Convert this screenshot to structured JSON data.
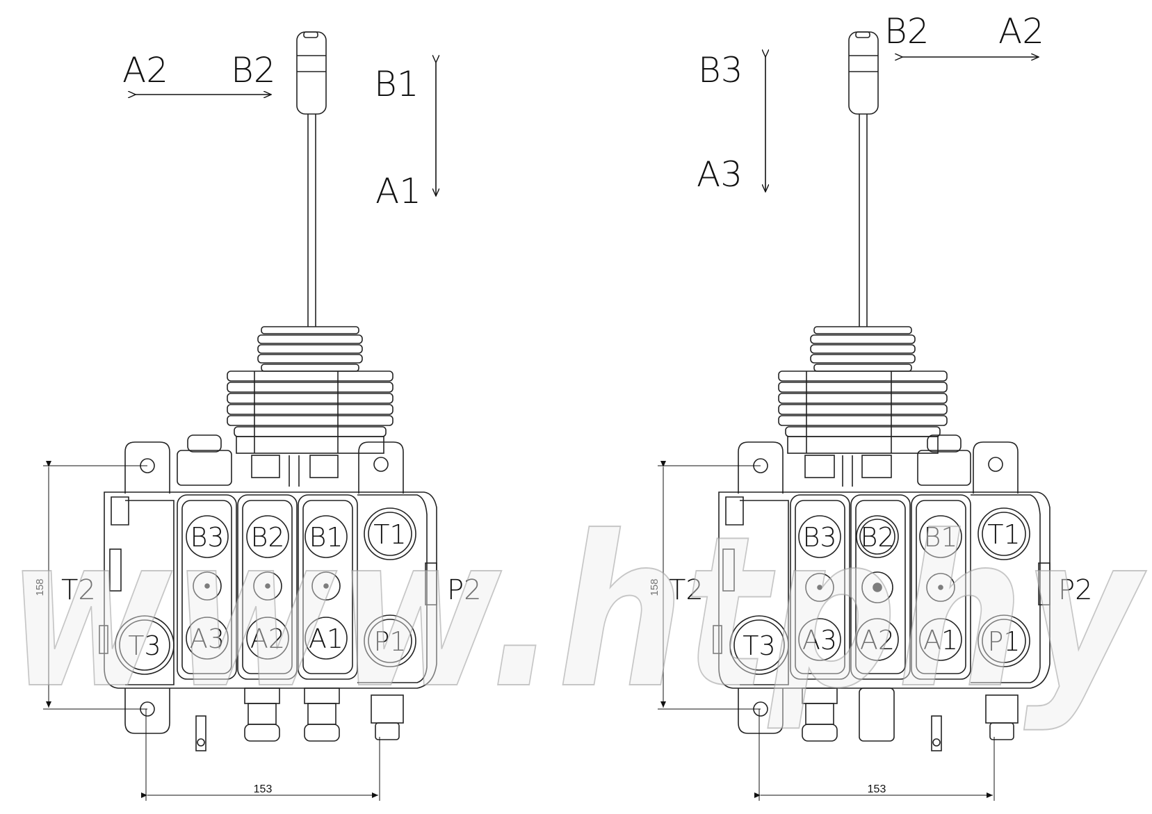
{
  "watermark": "www.htphy",
  "left_view": {
    "arrow_horizontal": {
      "left": "A2",
      "right": "B2"
    },
    "arrow_vertical": {
      "top": "B1",
      "bottom": "A1"
    },
    "ports_top": [
      "B3",
      "B2",
      "B1",
      "T1"
    ],
    "ports_bottom": [
      "T3",
      "A3",
      "A2",
      "A1",
      "P1"
    ],
    "side_left": "T2",
    "side_right": "P2",
    "dim_height": "158",
    "dim_width": "153"
  },
  "right_view": {
    "arrow_horizontal": {
      "left": "B2",
      "right": "A2"
    },
    "arrow_vertical": {
      "top": "B3",
      "bottom": "A3"
    },
    "ports_top": [
      "B3",
      "B2",
      "B1",
      "T1"
    ],
    "ports_bottom": [
      "T3",
      "A3",
      "A2",
      "A1",
      "P1"
    ],
    "side_left": "T2",
    "side_right": "P2",
    "dim_height": "158",
    "dim_width": "153"
  }
}
